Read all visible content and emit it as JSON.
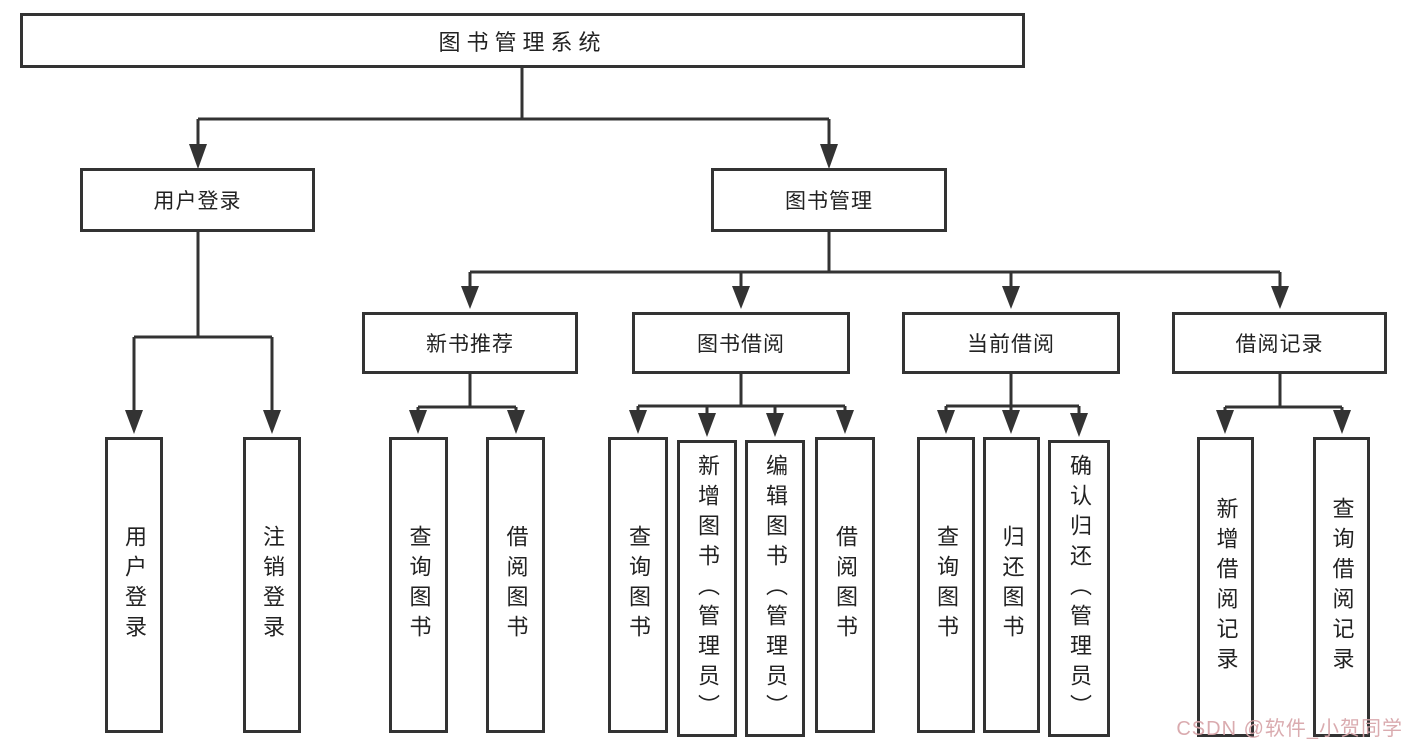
{
  "tree": {
    "root": {
      "label": "图书管理系统"
    },
    "level1": [
      {
        "label": "用户登录",
        "children": [
          {
            "label": "用户登录"
          },
          {
            "label": "注销登录"
          }
        ]
      },
      {
        "label": "图书管理",
        "children": [
          {
            "label": "新书推荐",
            "children": [
              {
                "label": "查询图书"
              },
              {
                "label": "借阅图书"
              }
            ]
          },
          {
            "label": "图书借阅",
            "children": [
              {
                "label": "查询图书"
              },
              {
                "label": "新增图书（管理员）"
              },
              {
                "label": "编辑图书（管理员）"
              },
              {
                "label": "借阅图书"
              }
            ]
          },
          {
            "label": "当前借阅",
            "children": [
              {
                "label": "查询图书"
              },
              {
                "label": "归还图书"
              },
              {
                "label": "确认归还（管理员）"
              }
            ]
          },
          {
            "label": "借阅记录",
            "children": [
              {
                "label": "新增借阅记录"
              },
              {
                "label": "查询借阅记录"
              }
            ]
          }
        ]
      }
    ]
  },
  "watermark": {
    "text": "CSDN @软件_小贺同学",
    "color": "#d8a6ab"
  },
  "colors": {
    "line": "#333333",
    "box_border": "#333333",
    "text": "#222222",
    "background": "#ffffff"
  }
}
